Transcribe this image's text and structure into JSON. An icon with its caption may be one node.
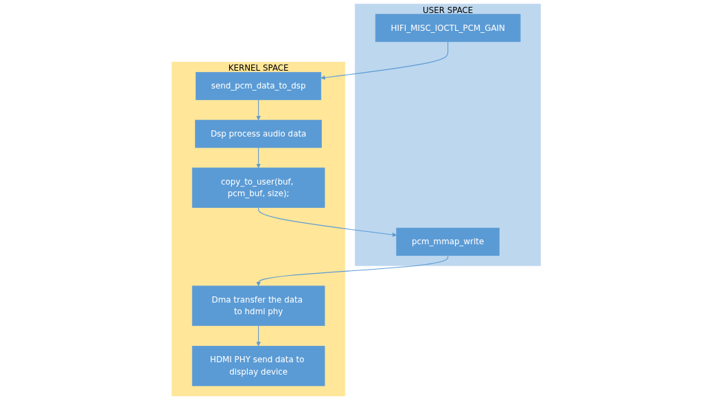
{
  "diagram": {
    "nodes": [
      {
        "text": [
          "USER SPACE"
        ]
      },
      {
        "text": [
          "HIFI_MISC_IOCTL_PCM_GAIN"
        ],
        "in": 0
      },
      {
        "text": [
          "pcm_mmap_write"
        ],
        "in": 0
      },
      {
        "text": [
          "KERNEL SPACE"
        ]
      },
      {
        "text": [
          "send_pcm_data_to_dsp"
        ],
        "in": 3
      },
      {
        "text": [
          "Dsp process audio data"
        ],
        "in": 3
      },
      {
        "text": [
          "copy_to_user(buf, pcm_buf, size);"
        ],
        "in": 3
      },
      {
        "text": [
          "Dma transfer the data to hdmi phy"
        ],
        "in": 3
      },
      {
        "text": [
          "HDMI PHY send data to display device"
        ],
        "in": 3
      }
    ],
    "edges": [
      {
        "from": 1,
        "to": 4,
        "arrow": "to"
      },
      {
        "from": 4,
        "to": 5,
        "arrow": "to"
      },
      {
        "from": 5,
        "to": 6,
        "arrow": "to"
      },
      {
        "from": 6,
        "to": 2,
        "arrow": "to"
      },
      {
        "from": 2,
        "to": 7,
        "arrow": "to"
      },
      {
        "from": 7,
        "to": 8,
        "arrow": "to"
      }
    ]
  }
}
